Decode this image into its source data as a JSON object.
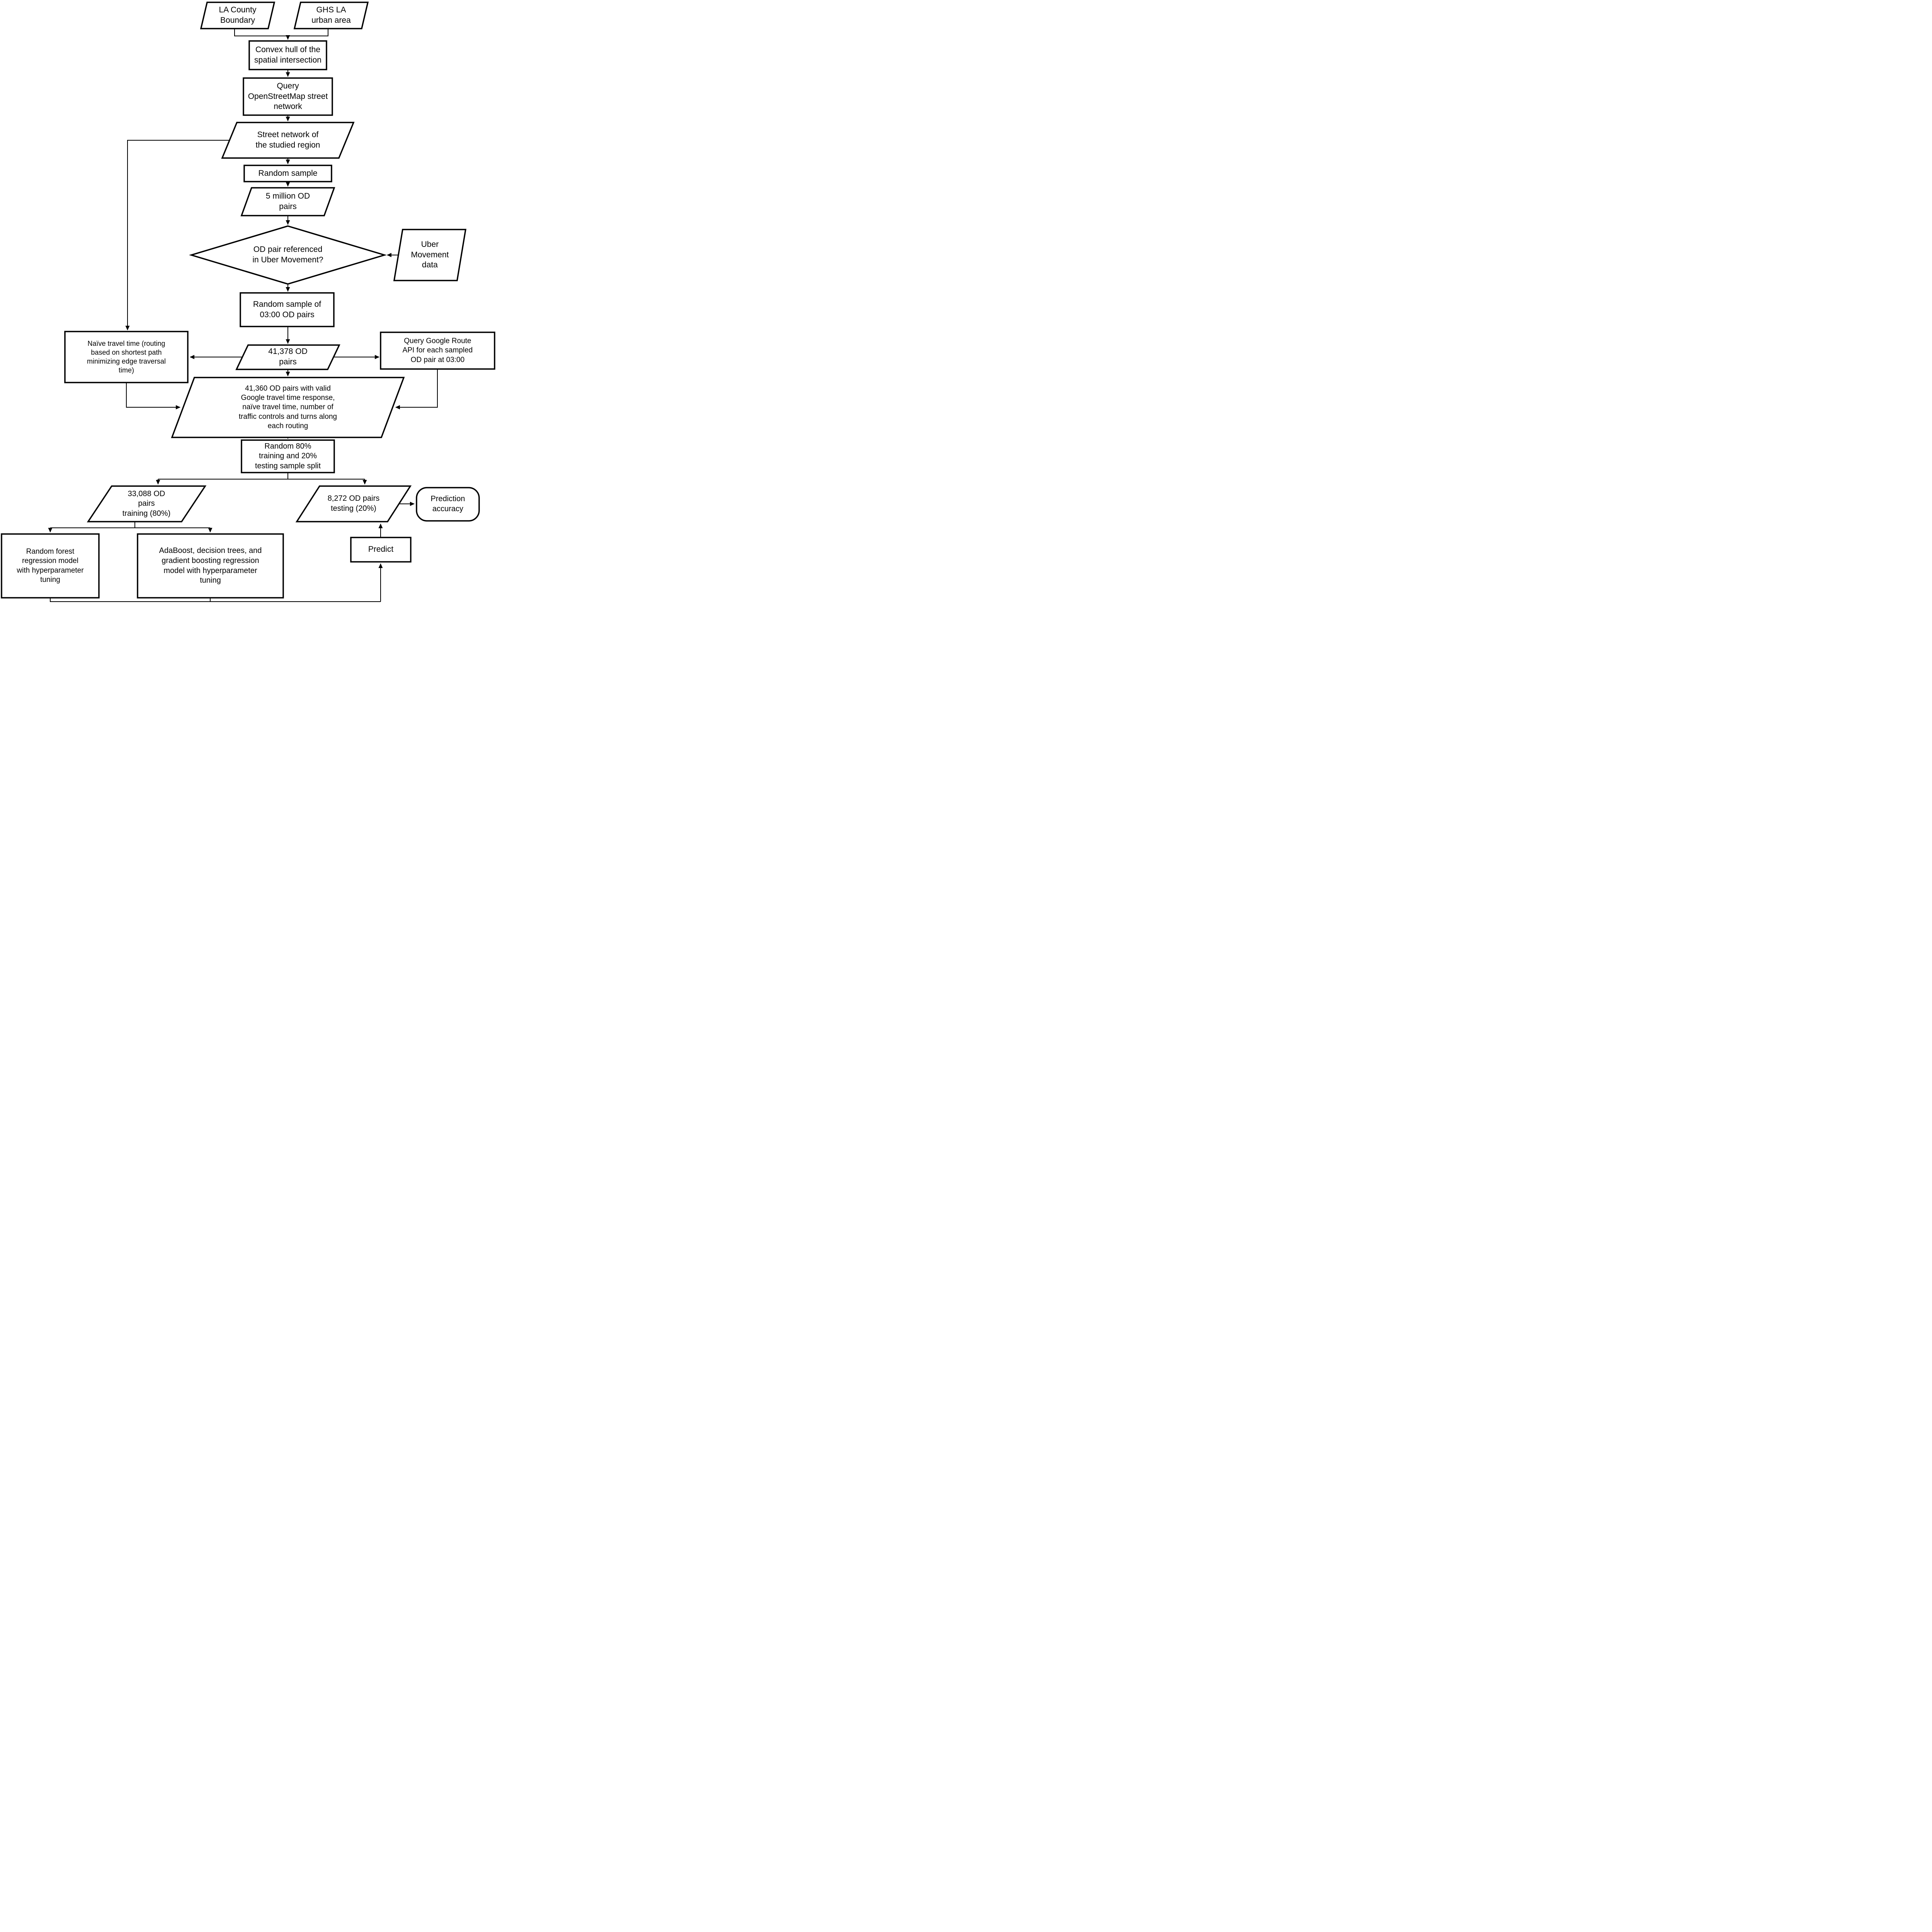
{
  "diagram": {
    "type": "flowchart",
    "colors": {
      "stroke": "#000000",
      "background": "#ffffff",
      "text": "#000000"
    },
    "nodes": {
      "la_county": {
        "shape": "parallelogram",
        "label": "LA County\nBoundary"
      },
      "ghs_urban": {
        "shape": "parallelogram",
        "label": "GHS LA\nurban area"
      },
      "convex_hull": {
        "shape": "rectangle",
        "label": "Convex hull of the\nspatial intersection"
      },
      "query_osm": {
        "shape": "rectangle",
        "label": "Query\nOpenStreetMap street\nnetwork"
      },
      "street_network": {
        "shape": "parallelogram",
        "label": "Street network of\nthe studied region"
      },
      "random_sample": {
        "shape": "rectangle",
        "label": "Random sample"
      },
      "five_million": {
        "shape": "parallelogram",
        "label": "5 million OD\npairs"
      },
      "od_referenced": {
        "shape": "diamond",
        "label": "OD pair referenced\nin Uber Movement?"
      },
      "uber_data": {
        "shape": "parallelogram",
        "label": "Uber\nMovement\ndata"
      },
      "random_0300": {
        "shape": "rectangle",
        "label": "Random sample of\n03:00 OD pairs"
      },
      "pairs_41378": {
        "shape": "parallelogram",
        "label": "41,378 OD\npairs"
      },
      "naive_time": {
        "shape": "rectangle",
        "label": "Naïve travel time (routing\nbased on shortest path\nminimizing edge traversal\ntime)"
      },
      "google_api": {
        "shape": "rectangle",
        "label": "Query Google Route\nAPI for each sampled\nOD pair at 03:00"
      },
      "pairs_41360": {
        "shape": "parallelogram",
        "label": "41,360 OD pairs with valid\nGoogle travel time response,\nnaïve travel time, number of\ntraffic controls and turns along\neach routing"
      },
      "split_80_20": {
        "shape": "rectangle",
        "label": "Random 80%\ntraining and 20%\ntesting sample split"
      },
      "training_33088": {
        "shape": "parallelogram",
        "label": "33,088 OD\npairs\ntraining (80%)"
      },
      "testing_8272": {
        "shape": "parallelogram",
        "label": "8,272 OD pairs\ntesting (20%)"
      },
      "random_forest": {
        "shape": "rectangle",
        "label": "Random forest\nregression model\nwith hyperparameter\ntuning"
      },
      "boosting_models": {
        "shape": "rectangle",
        "label": "AdaBoost, decision trees, and\ngradient boosting regression\nmodel with hyperparameter\ntuning"
      },
      "predict": {
        "shape": "rectangle",
        "label": "Predict"
      },
      "prediction_accuracy": {
        "shape": "rounded",
        "label": "Prediction\naccuracy"
      }
    },
    "edges": [
      {
        "from": "la_county",
        "to": "convex_hull"
      },
      {
        "from": "ghs_urban",
        "to": "convex_hull"
      },
      {
        "from": "convex_hull",
        "to": "query_osm"
      },
      {
        "from": "query_osm",
        "to": "street_network"
      },
      {
        "from": "street_network",
        "to": "random_sample"
      },
      {
        "from": "street_network",
        "to": "naive_time"
      },
      {
        "from": "random_sample",
        "to": "five_million"
      },
      {
        "from": "five_million",
        "to": "od_referenced"
      },
      {
        "from": "uber_data",
        "to": "od_referenced"
      },
      {
        "from": "od_referenced",
        "to": "random_0300"
      },
      {
        "from": "random_0300",
        "to": "pairs_41378"
      },
      {
        "from": "pairs_41378",
        "to": "naive_time"
      },
      {
        "from": "pairs_41378",
        "to": "google_api"
      },
      {
        "from": "pairs_41378",
        "to": "pairs_41360"
      },
      {
        "from": "naive_time",
        "to": "pairs_41360"
      },
      {
        "from": "google_api",
        "to": "pairs_41360"
      },
      {
        "from": "pairs_41360",
        "to": "split_80_20"
      },
      {
        "from": "split_80_20",
        "to": "training_33088"
      },
      {
        "from": "split_80_20",
        "to": "testing_8272"
      },
      {
        "from": "training_33088",
        "to": "random_forest"
      },
      {
        "from": "training_33088",
        "to": "boosting_models"
      },
      {
        "from": "random_forest",
        "to": "predict"
      },
      {
        "from": "boosting_models",
        "to": "predict"
      },
      {
        "from": "predict",
        "to": "testing_8272"
      },
      {
        "from": "testing_8272",
        "to": "prediction_accuracy"
      }
    ]
  }
}
